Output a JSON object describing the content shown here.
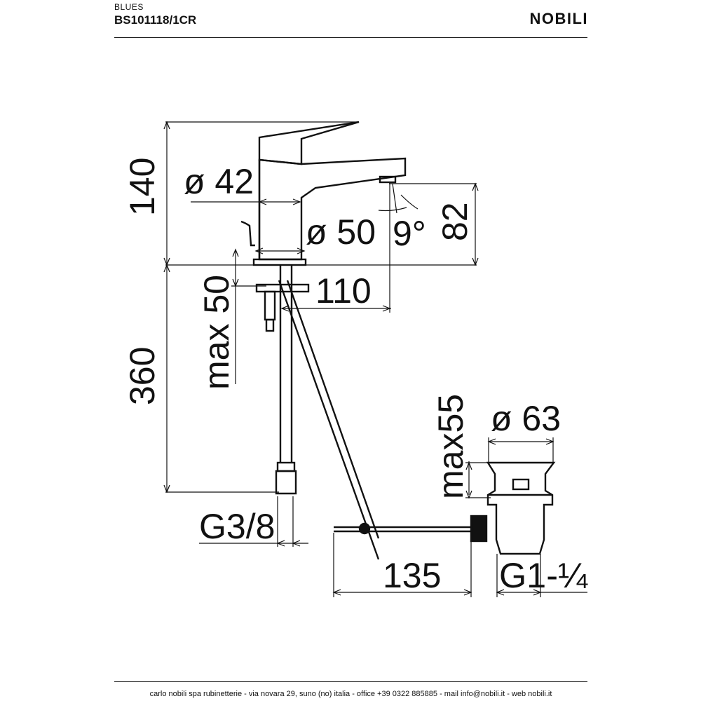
{
  "header": {
    "series": "BLUES",
    "code": "BS101118/1CR",
    "brand": "NOBILI"
  },
  "footer": {
    "text": "carlo nobili spa rubinetterie - via novara 29, suno (no) italia - office +39 0322 885885 - mail info@nobili.it - web nobili.it"
  },
  "dimensions": {
    "height_140": "140",
    "height_360": "360",
    "max_50": "max 50",
    "diam_42": "ø 42",
    "diam_50": "ø 50",
    "angle_9": "9°",
    "height_82": "82",
    "reach_110": "110",
    "thread_g38": "G3/8",
    "max_55": "max55",
    "diam_63": "ø 63",
    "length_135": "135",
    "thread_g114": "G1-¼"
  }
}
